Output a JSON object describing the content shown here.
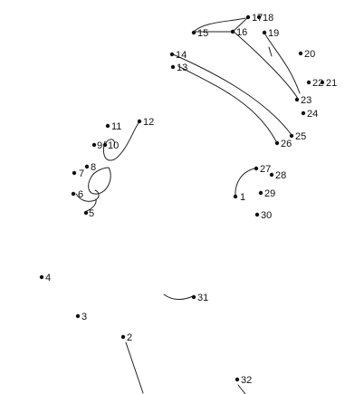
{
  "puzzle": {
    "points": [
      {
        "n": "1"
      },
      {
        "n": "2"
      },
      {
        "n": "3"
      },
      {
        "n": "4"
      },
      {
        "n": "5"
      },
      {
        "n": "6"
      },
      {
        "n": "7"
      },
      {
        "n": "8"
      },
      {
        "n": "9"
      },
      {
        "n": "10"
      },
      {
        "n": "11"
      },
      {
        "n": "12"
      },
      {
        "n": "13"
      },
      {
        "n": "14"
      },
      {
        "n": "15"
      },
      {
        "n": "16"
      },
      {
        "n": "17"
      },
      {
        "n": "18"
      },
      {
        "n": "19"
      },
      {
        "n": "20"
      },
      {
        "n": "21"
      },
      {
        "n": "22"
      },
      {
        "n": "23"
      },
      {
        "n": "24"
      },
      {
        "n": "25"
      },
      {
        "n": "26"
      },
      {
        "n": "27"
      },
      {
        "n": "28"
      },
      {
        "n": "29"
      },
      {
        "n": "30"
      },
      {
        "n": "31"
      },
      {
        "n": "32"
      }
    ]
  },
  "colors": {
    "ink": "#111111",
    "background": "#ffffff"
  }
}
